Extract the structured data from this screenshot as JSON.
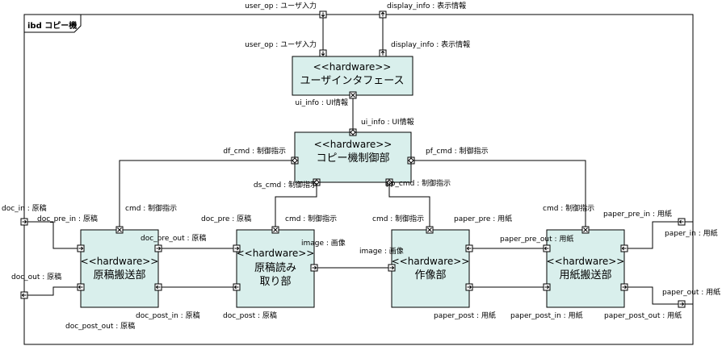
{
  "frame_title": "ibd コピー機",
  "blocks": {
    "ui": {
      "stereotype": "<<hardware>>",
      "name": "ユーザインタフェース"
    },
    "ctrl": {
      "stereotype": "<<hardware>>",
      "name": "コピー機制御部"
    },
    "doc_transport": {
      "stereotype": "<<hardware>>",
      "name": "原稿搬送部"
    },
    "doc_reader": {
      "stereotype": "<<hardware>>",
      "name_line1": "原稿読み",
      "name_line2": "取り部"
    },
    "imaging": {
      "stereotype": "<<hardware>>",
      "name": "作像部"
    },
    "paper_transport": {
      "stereotype": "<<hardware>>",
      "name": "用紙搬送部"
    }
  },
  "ports": {
    "frame_user_op": "user_op : ユーザ入力",
    "frame_display_info": "display_info : 表示情報",
    "ui_user_op": "user_op : ユーザ入力",
    "ui_display_info": "display_info : 表示情報",
    "ui_ui_info": "ui_info :  UI情報",
    "ctrl_ui_info": "ui_info :  UI情報",
    "ctrl_df_cmd": "df_cmd : 制御指示",
    "ctrl_pf_cmd": "pf_cmd : 制御指示",
    "ctrl_ds_cmd": "ds_cmd : 制御指示",
    "ctrl_pp_cmd": "pp_cmd : 制御指示",
    "frame_doc_in": "doc_in : 原稿",
    "frame_doc_out": "doc_out : 原稿",
    "frame_paper_in": "paper_in : 用紙",
    "frame_paper_out": "paper_out : 用紙",
    "dt_doc_pre_in": "doc_pre_in : 原稿",
    "dt_cmd": "cmd : 制御指示",
    "dt_doc_pre_out": "doc_pre_out : 原稿",
    "dt_doc_post_in": "doc_post_in : 原稿",
    "dt_doc_post_out": "doc_post_out : 原稿",
    "dr_doc_pre": "doc_pre : 原稿",
    "dr_cmd": "cmd : 制御指示",
    "dr_image": "image : 画像",
    "dr_doc_post": "doc_post : 原稿",
    "im_cmd": "cmd : 制御指示",
    "im_image": "image : 画像",
    "im_paper_pre": "paper_pre : 用紙",
    "im_paper_post": "paper_post : 用紙",
    "pt_cmd": "cmd : 制御指示",
    "pt_paper_pre_in": "paper_pre_in : 用紙",
    "pt_paper_pre_out": "paper_pre_out : 用紙",
    "pt_paper_post_in": "paper_post_in : 用紙",
    "pt_paper_post_out": "paper_post_out : 用紙"
  }
}
